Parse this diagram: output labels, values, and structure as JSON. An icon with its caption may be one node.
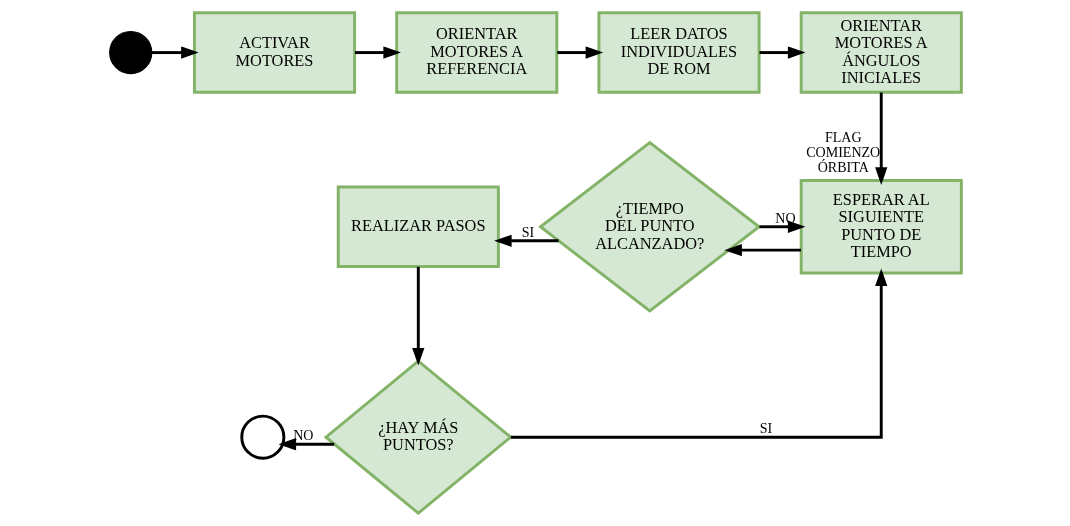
{
  "diagram": {
    "nodes": [
      {
        "text": [],
        "shape": "circle"
      },
      {
        "text": [
          "ACTIVAR MOTORES"
        ]
      },
      {
        "text": [
          "ORIENTAR MOTORES A REFERENCIA"
        ]
      },
      {
        "text": [
          "LEER DATOS INDIVIDUALES DE ROM"
        ]
      },
      {
        "text": [
          "ORIENTAR MOTORES A ÁNGULOS INICIALES"
        ]
      },
      {
        "text": [
          "REALIZAR PASOS"
        ]
      },
      {
        "text": [
          "¿TIEMPO DEL PUNTO ALCANZADO?"
        ]
      },
      {
        "text": [
          "ESPERAR AL SIGUIENTE PUNTO DE TIEMPO"
        ]
      },
      {
        "text": [],
        "shape": "circle"
      },
      {
        "text": [
          "¿HAY MÁS PUNTOS?"
        ]
      }
    ],
    "edges": [
      {
        "from": 0,
        "to": 1,
        "arrow": "to"
      },
      {
        "from": 1,
        "to": 2,
        "arrow": "to"
      },
      {
        "from": 2,
        "to": 3,
        "arrow": "to"
      },
      {
        "from": 3,
        "to": 4,
        "arrow": "to"
      },
      {
        "from": 4,
        "to": 7,
        "arrow": "to",
        "label": "FLAG COMIENZO ÓRBITA"
      },
      {
        "from": 7,
        "to": 6,
        "arrow": "to"
      },
      {
        "from": 6,
        "to": 5,
        "arrow": "to",
        "label": "SI"
      },
      {
        "from": 6,
        "to": 7,
        "arrow": "to",
        "label": "NO"
      },
      {
        "from": 5,
        "to": 9,
        "arrow": "to"
      },
      {
        "from": 9,
        "to": 8,
        "arrow": "to",
        "label": "NO"
      },
      {
        "from": 9,
        "to": 7,
        "arrow": "to",
        "label": "SI"
      }
    ]
  }
}
